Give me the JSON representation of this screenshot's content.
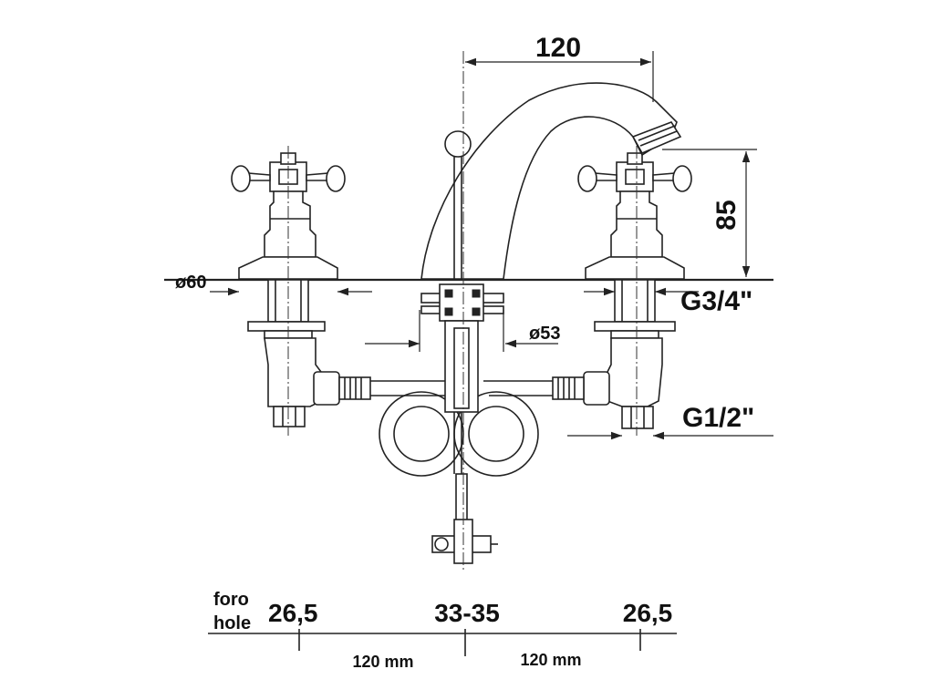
{
  "dimensions": {
    "spout_reach": "120",
    "spout_height": "85",
    "flange_diameter": "ø60",
    "center_diameter": "ø53",
    "thread_upper": "G3/4\"",
    "thread_lower": "G1/2\""
  },
  "hole_table": {
    "label_line1": "foro",
    "label_line2": "hole",
    "left_hole": "26,5",
    "center_hole": "33-35",
    "right_hole": "26,5",
    "left_spacing": "120 mm",
    "right_spacing": "120 mm"
  }
}
